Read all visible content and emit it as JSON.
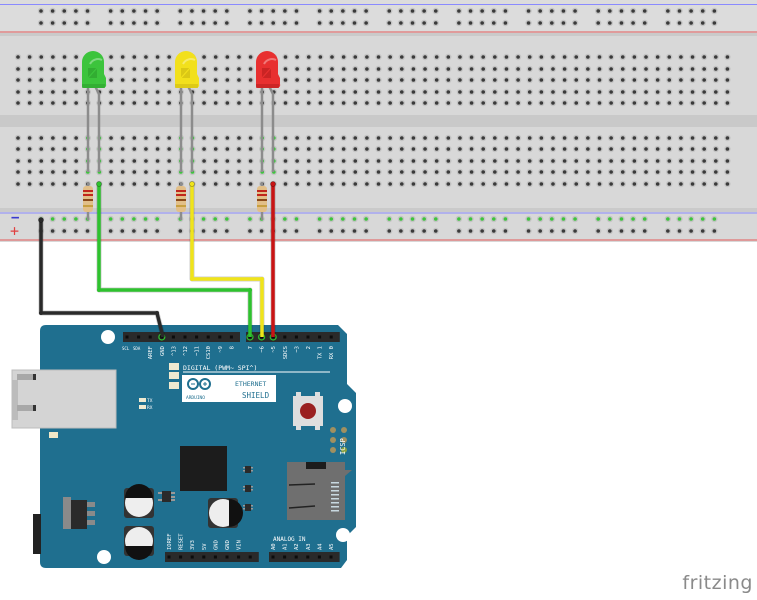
{
  "app": {
    "watermark": "fritzing"
  },
  "breadboard": {
    "rail_minus_label": "−",
    "rail_plus_label": "+",
    "colors": {
      "body": "#d9d9d9",
      "rail_blue": "#8080ff",
      "rail_red": "#e05050",
      "hole": "#3a3a3a",
      "hole_connected": "#3ec43e"
    }
  },
  "leds": [
    {
      "name": "green-led",
      "color": "#3cc43c",
      "dark": "#2a9a2a"
    },
    {
      "name": "yellow-led",
      "color": "#f2e01c",
      "dark": "#c8b410"
    },
    {
      "name": "red-led",
      "color": "#e83030",
      "dark": "#b01c1c"
    }
  ],
  "resistors": [
    {
      "name": "resistor-green"
    },
    {
      "name": "resistor-yellow"
    },
    {
      "name": "resistor-red"
    }
  ],
  "wires": [
    {
      "name": "wire-ground",
      "color": "#2a2a2a",
      "to_pin": "GND"
    },
    {
      "name": "wire-green",
      "color": "#2ec22e",
      "to_pin": "7"
    },
    {
      "name": "wire-yellow",
      "color": "#f0e41a",
      "to_pin": "~6"
    },
    {
      "name": "wire-red",
      "color": "#c81414",
      "to_pin": "~5"
    }
  ],
  "arduino": {
    "board_color": "#1f6f8f",
    "title_digital": "DIGITAL (PWM~ SPI^)",
    "logo_text": "ARDUINO",
    "shield_line1": "ETHERNET",
    "shield_line2": "SHIELD",
    "tx_label": "TX",
    "rx_label": "RX",
    "icsp_label": "ICSP",
    "analog_label": "ANALOG IN",
    "digital_pins_left": [
      "SCL",
      "SDA",
      "AREF",
      "GND",
      "^13",
      "^12",
      "~11",
      "CS10",
      "~9",
      "8"
    ],
    "digital_pins_right": [
      "7",
      "~6",
      "~5",
      "SDCS",
      "~3",
      "2",
      "TX 1",
      "RX 0"
    ],
    "power_pins": [
      "IOREF",
      "RESET",
      "3V3",
      "5V",
      "GND",
      "GND",
      "VIN"
    ],
    "analog_pins": [
      "A0",
      "A1",
      "A2",
      "A3",
      "A4",
      "A5"
    ]
  }
}
